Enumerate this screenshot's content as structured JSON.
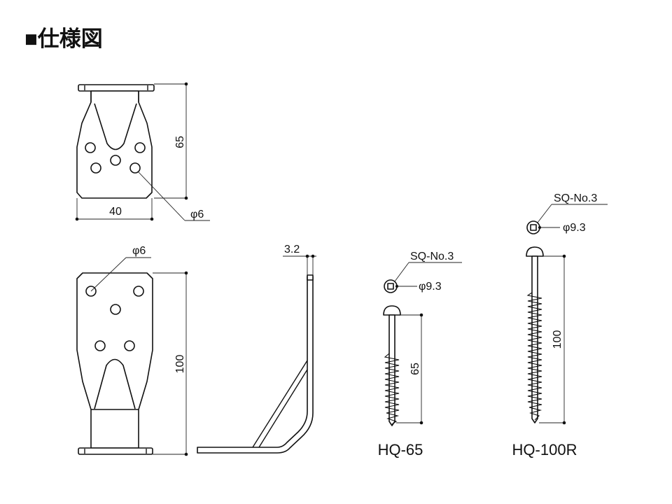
{
  "title": "■仕様図",
  "bracket_top": {
    "height_label": "65",
    "width_label": "40",
    "hole_label": "φ6"
  },
  "bracket_front": {
    "hole_label": "φ6",
    "height_label": "100"
  },
  "bracket_side": {
    "thickness_label": "3.2"
  },
  "screws": [
    {
      "model": "HQ-65",
      "drive_label": "SQ-No.3",
      "head_label": "φ9.3",
      "length_label": "65"
    },
    {
      "model": "HQ-100R",
      "drive_label": "SQ-No.3",
      "head_label": "φ9.3",
      "length_label": "100"
    }
  ]
}
